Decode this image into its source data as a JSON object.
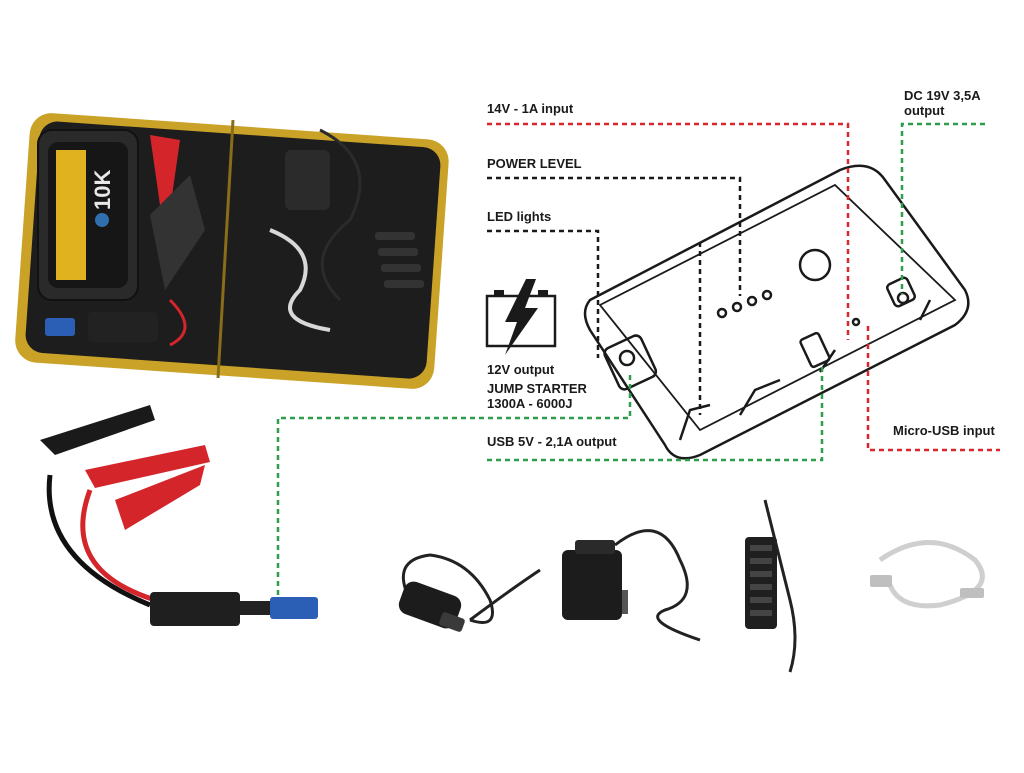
{
  "labels": {
    "input_14v": "14V - 1A input",
    "dc_output_line1": "DC 19V 3,5A",
    "dc_output_line2": "output",
    "power_level": "POWER LEVEL",
    "led_lights": "LED lights",
    "output_12v": "12V output",
    "jump_starter_line1": "JUMP STARTER",
    "jump_starter_line2": "1300A  - 6000J",
    "usb_output": "USB 5V - 2,1A output",
    "micro_usb_input": "Micro-USB input"
  },
  "jump_starter_logo_text": "10K",
  "colors": {
    "red_line": "#d9262c",
    "green_line": "#2f9e4a",
    "black_line": "#1a1a1a",
    "case_yellow": "#c9a227",
    "clamp_red": "#d4252b"
  },
  "icons": [
    "battery-lightning-icon",
    "jump-starter-case-photo",
    "clamp-cable-photo",
    "car-charger-photo",
    "wall-charger-photo",
    "laptop-cable-adapters-photo",
    "usb-cable-photo",
    "device-line-drawing"
  ]
}
